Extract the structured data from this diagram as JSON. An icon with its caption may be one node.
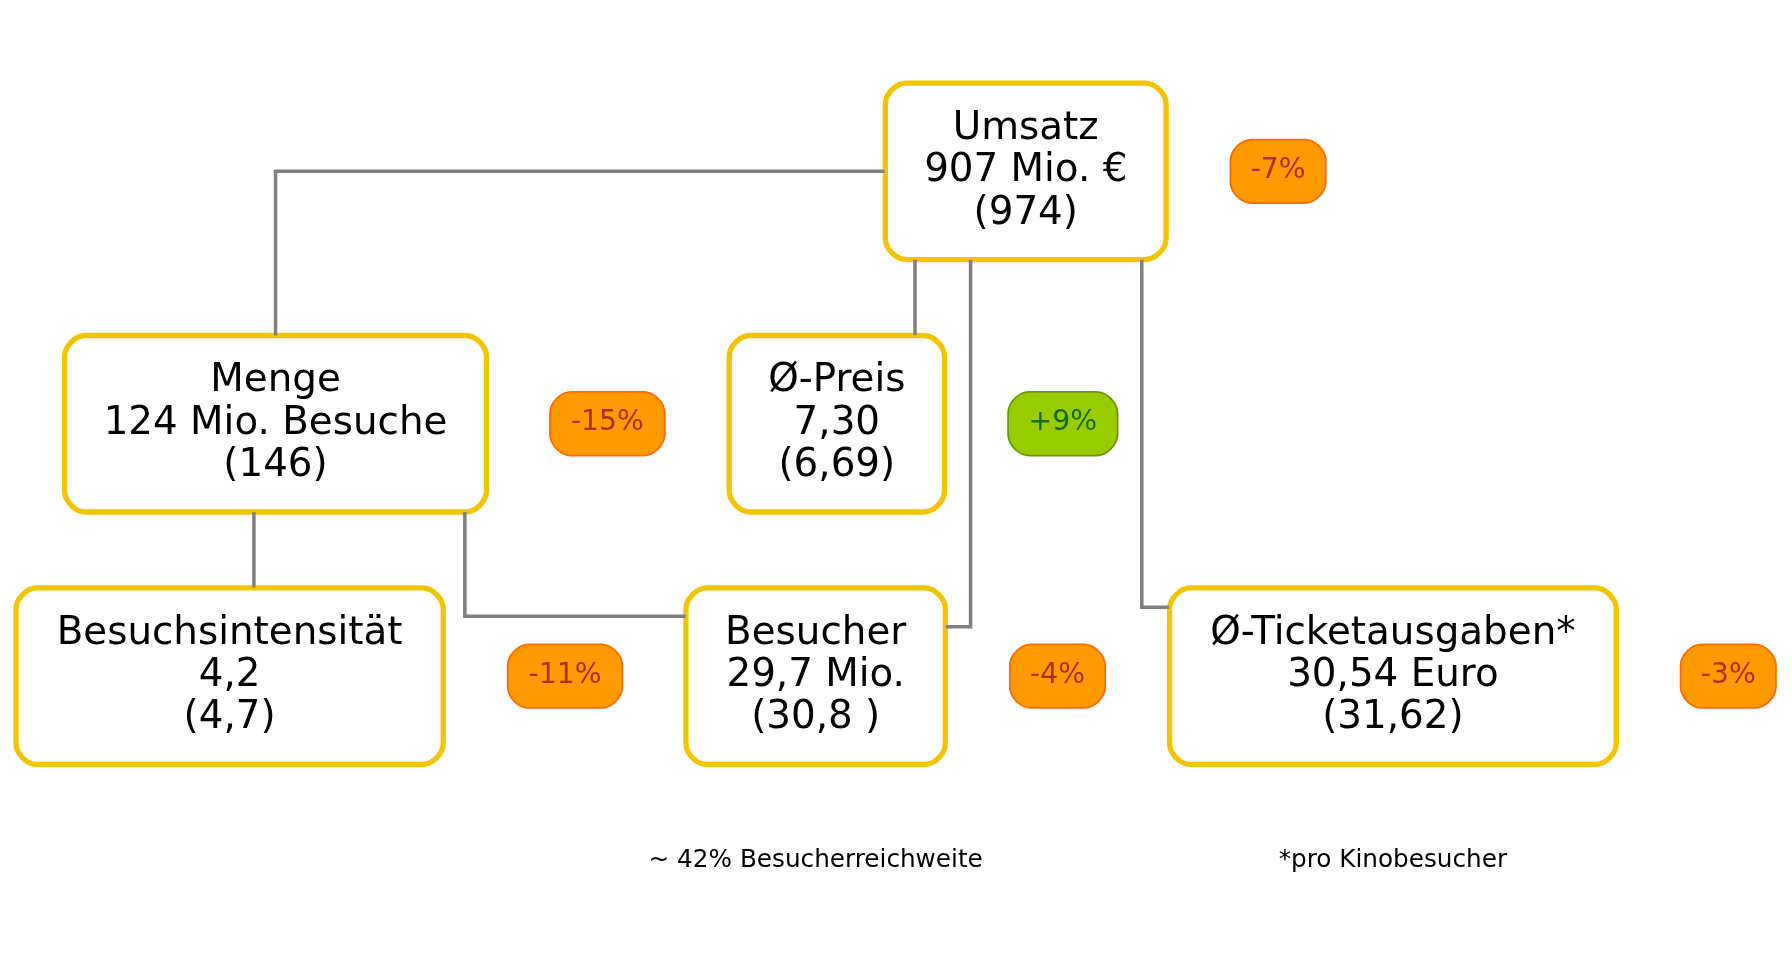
{
  "diagram": {
    "nodes": [
      {
        "text": [
          "Umsatz",
          "907 Mio. €",
          "(974)"
        ]
      },
      {
        "text": [
          "-7%"
        ]
      },
      {
        "text": [
          "Menge",
          "124 Mio. Besuche",
          "(146)"
        ]
      },
      {
        "text": [
          "-15%"
        ]
      },
      {
        "text": [
          "Ø-Preis",
          "7,30",
          "(6,69)"
        ]
      },
      {
        "text": [
          "+9%"
        ]
      },
      {
        "text": [
          "Besuchsintensität",
          "4,2",
          "(4,7)"
        ]
      },
      {
        "text": [
          "-11%"
        ]
      },
      {
        "text": [
          "Besucher",
          "29,7 Mio.",
          "(30,8 )"
        ],
        "beside": [
          "~ 42% Besucherreichweite"
        ]
      },
      {
        "text": [
          "-4%"
        ]
      },
      {
        "text": [
          "Ø-Ticketausgaben*",
          "30,54 Euro",
          "(31,62)"
        ],
        "beside": [
          "*pro Kinobesucher"
        ]
      },
      {
        "text": [
          "-3%"
        ]
      }
    ],
    "edges": [
      {
        "from": 0,
        "to": 2,
        "arrow": "none"
      },
      {
        "from": 0,
        "to": 4,
        "arrow": "none"
      },
      {
        "from": 2,
        "to": 6,
        "arrow": "none"
      },
      {
        "from": 2,
        "to": 8,
        "arrow": "none"
      },
      {
        "from": 0,
        "to": 8,
        "arrow": "none"
      },
      {
        "from": 0,
        "to": 10,
        "arrow": "none"
      }
    ]
  }
}
